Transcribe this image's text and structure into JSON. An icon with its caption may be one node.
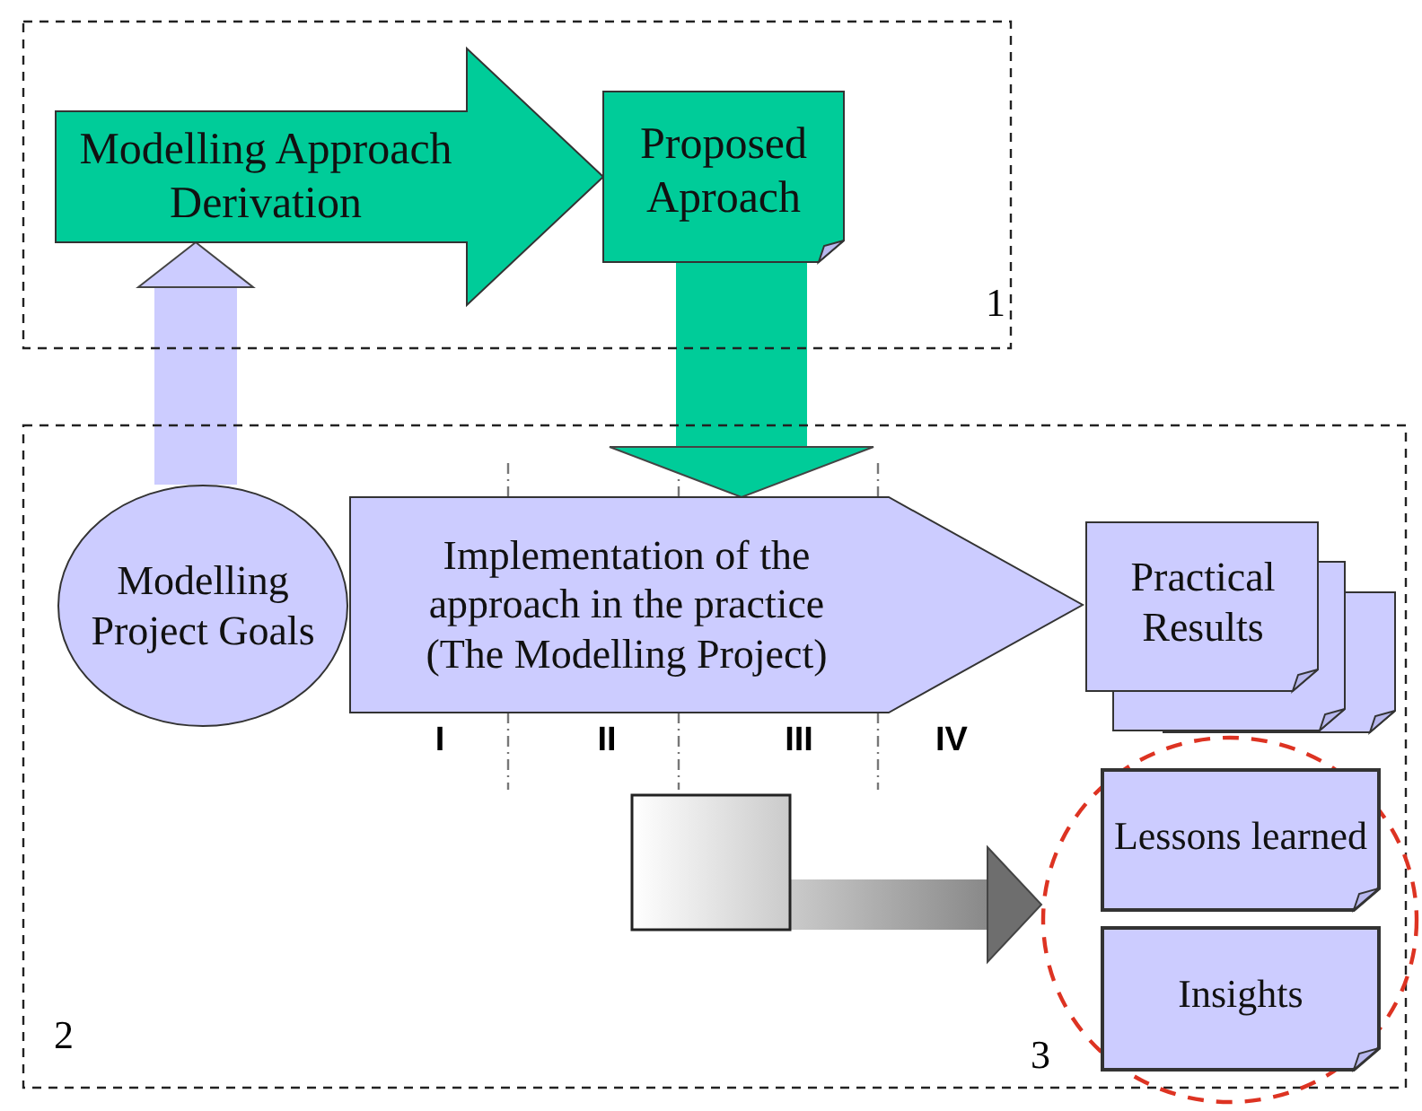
{
  "diagram": {
    "nodes": [
      {
        "text": [],
        "shape": "box"
      },
      {
        "text": [
          "Modelling Approach Derivation"
        ],
        "in": 0
      },
      {
        "text": [
          "Proposed Aproach"
        ],
        "in": 0
      },
      {
        "text": [],
        "shape": "box"
      },
      {
        "text": [
          "Modelling Project Goals"
        ],
        "in": 3
      },
      {
        "text": [
          "Implementation of the approach in the practice (The Modelling Project)"
        ],
        "in": 3,
        "beside": [
          "I",
          "II",
          "III",
          "IV"
        ]
      },
      {
        "text": [
          "Practical Results"
        ],
        "in": 3
      },
      {
        "text": [],
        "shape": "circle"
      },
      {
        "text": [
          "Lessons learned"
        ],
        "in": 7
      },
      {
        "text": [
          "Insights"
        ],
        "in": 7
      }
    ],
    "edges": [
      {
        "from": 4,
        "to": 1,
        "arrow": "to",
        "color": "#ccccff"
      },
      {
        "from": 2,
        "to": 5,
        "arrow": "to",
        "color": "#00cc99"
      },
      {
        "from": null,
        "to": 7,
        "arrow": "to",
        "color": "#6e6e6e"
      }
    ],
    "labels": [
      "1",
      "2",
      "3"
    ]
  }
}
